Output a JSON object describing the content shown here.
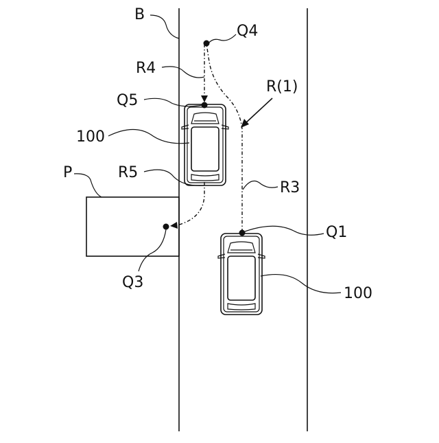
{
  "labels": {
    "road": "B",
    "parking_space": "P",
    "point_start": "Q1",
    "point_target": "Q3",
    "point_turn": "Q4",
    "point_stop": "Q5",
    "route_overall": "R(1)",
    "route_first": "R3",
    "route_second": "R4",
    "route_third": "R5",
    "vehicle_upper": "100",
    "vehicle_lower": "100"
  },
  "colors": {
    "line": "#111111",
    "background": "#ffffff"
  }
}
